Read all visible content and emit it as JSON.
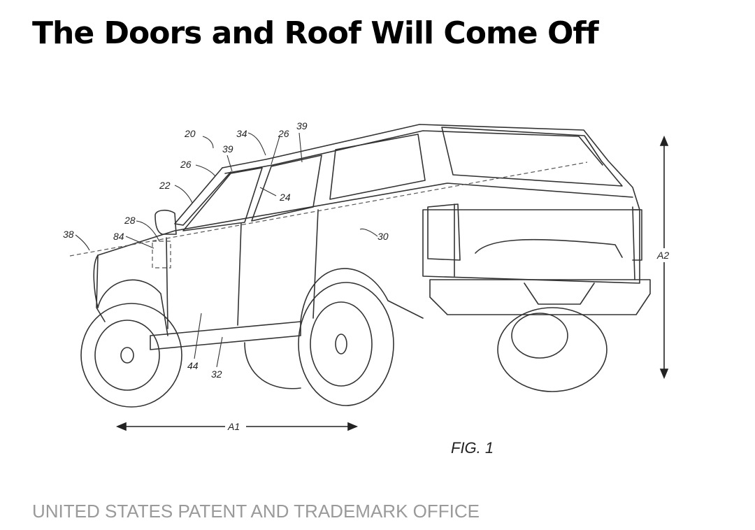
{
  "article": {
    "headline": "The Doors and Roof Will Come Off",
    "image_credit": "UNITED STATES PATENT AND TRADEMARK OFFICE"
  },
  "patent_figure": {
    "figure_label": "FIG. 1",
    "dimension_labels": [
      "A1",
      "A2"
    ],
    "reference_numerals": [
      "20",
      "39",
      "34",
      "26",
      "39",
      "26",
      "22",
      "24",
      "28",
      "84",
      "38",
      "30",
      "44",
      "32"
    ]
  }
}
